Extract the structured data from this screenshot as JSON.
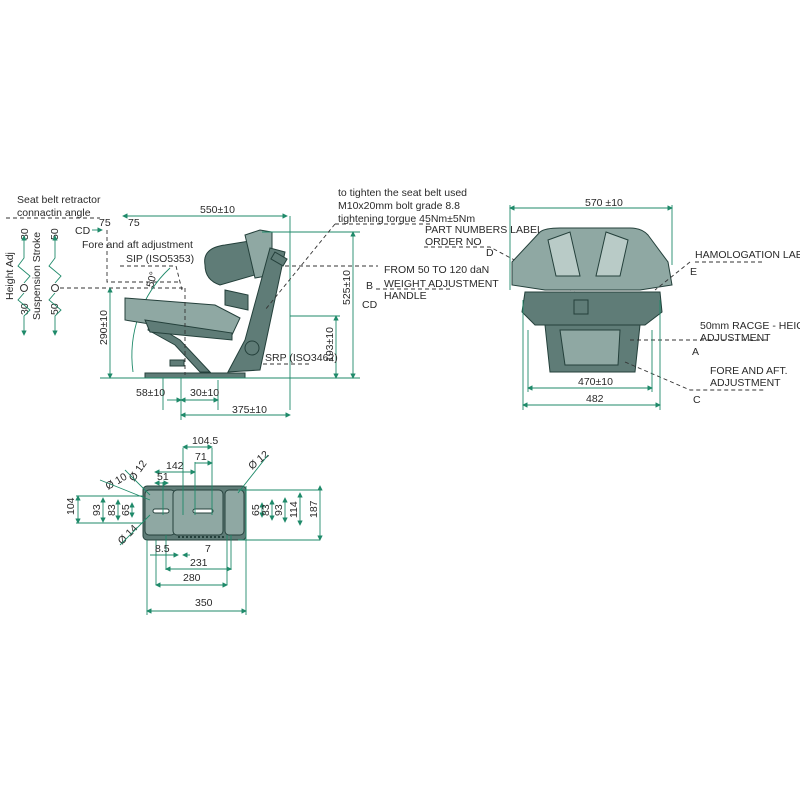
{
  "side_view": {
    "seat_belt_label_1": "Seat belt retractor",
    "seat_belt_label_2": "connactin angle",
    "dim_75_a": "75",
    "dim_75_b": "75",
    "cd_top": "CD",
    "dim_550": "550±10",
    "fore_aft": "Fore and aft adjustment",
    "sip": "SIP (ISO5353)",
    "angle": "50°",
    "height_adj": "Height Adj",
    "suspension_stroke": "Suspension Stroke",
    "height_top": "30",
    "height_bottom": "30",
    "stroke_top": "50",
    "stroke_bottom": "50",
    "dim_290": "290±10",
    "dim_525": "525±10",
    "dim_193": "193±10",
    "cd_right": "CD",
    "b_label": "B",
    "weight_1": "FROM 50 TO 120 daN",
    "weight_2": "WEIGHT  ADJUSTMENT",
    "weight_3": "HANDLE",
    "srp": "SRP (ISO3462)",
    "dim_58": "58±10",
    "dim_30": "30±10",
    "dim_375": "375±10",
    "torque_1": "to tighten the seat belt used",
    "torque_2": "M10x20mm bolt grade 8.8",
    "torque_3": "tightening torgue 45Nm±5Nm"
  },
  "front_view": {
    "part_label_1": "PART NUMBERS LABEL",
    "part_label_2": "ORDER NO",
    "d_label": "D",
    "dim_570": "570 ±10",
    "homologation": "HAMOLOGATION LABEL",
    "e_label": "E",
    "height_range_1": "50mm RACGE - HEICHT",
    "height_range_2": "ADJUSTMENT",
    "a_label": "A",
    "fore_aft_1": "FORE AND AFT.",
    "fore_aft_2": "ADJUSTMENT",
    "c_label": "C",
    "dim_470": "470±10",
    "dim_482": "482"
  },
  "base_plate": {
    "d104_5": "104.5",
    "d142": "142",
    "d71": "71",
    "d51": "51",
    "dia12_left": "Ø 12",
    "dia10": "Ø 10",
    "dia12_right": "Ø 12",
    "dia14": "Ø 14",
    "d104": "104",
    "d93_l": "93",
    "d83_l": "83",
    "d65_l": "65",
    "d65_r": "65",
    "d83_r": "83",
    "d93_r": "93",
    "d114": "114",
    "d187": "187",
    "d8_5": "8.5",
    "d7": "7",
    "d231": "231",
    "d280": "280",
    "d350": "350"
  },
  "colors": {
    "dimension_line": "#1f8a6a",
    "seat_body": "#5f7c77"
  }
}
